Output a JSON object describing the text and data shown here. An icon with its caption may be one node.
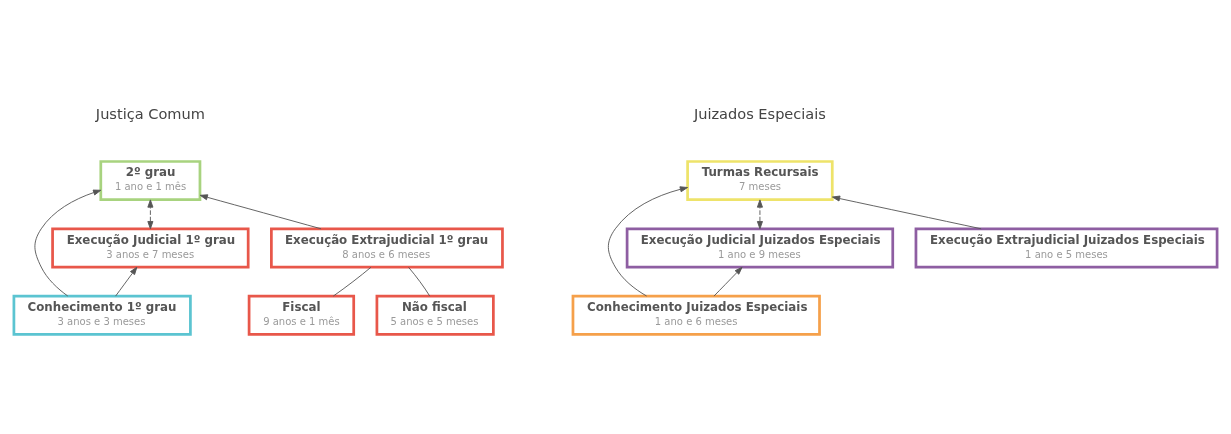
{
  "diagram": {
    "nodes": [
      {
        "text": [
          "2º grau",
          "1 ano e 1 mês"
        ]
      },
      {
        "text": [
          "Execução Judicial 1º grau",
          "3 anos e 7 meses"
        ]
      },
      {
        "text": [
          "Conhecimento 1º grau",
          "3 anos e 3 meses"
        ]
      },
      {
        "text": [
          "Execução Extrajudicial 1º grau",
          "8 anos e 6 meses"
        ]
      },
      {
        "text": [
          "Fiscal",
          "9 anos e 1 mês"
        ]
      },
      {
        "text": [
          "Não fiscal",
          "5 anos e 5 meses"
        ]
      },
      {
        "text": [
          "Turmas Recursais",
          "7 meses"
        ]
      },
      {
        "text": [
          "Execução Judicial Juizados Especiais",
          "1 ano e 9 meses"
        ]
      },
      {
        "text": [
          "Conhecimento Juizados Especiais",
          "1 ano e 6 meses"
        ]
      },
      {
        "text": [
          "Execução Extrajudicial Juizados Especiais",
          "1 ano e 5 meses"
        ]
      }
    ],
    "edges": [
      {
        "from": 1,
        "to": 0,
        "arrow": "both",
        "style": "dashed"
      },
      {
        "from": 2,
        "to": 0,
        "arrow": "to"
      },
      {
        "from": 3,
        "to": 0,
        "arrow": "to"
      },
      {
        "from": 2,
        "to": 1,
        "arrow": "to"
      },
      {
        "from": 3,
        "to": 4,
        "arrow": "none"
      },
      {
        "from": 3,
        "to": 5,
        "arrow": "none"
      },
      {
        "from": 7,
        "to": 6,
        "arrow": "both",
        "style": "dashed"
      },
      {
        "from": 8,
        "to": 6,
        "arrow": "to"
      },
      {
        "from": 9,
        "to": 6,
        "arrow": "to"
      },
      {
        "from": 8,
        "to": 7,
        "arrow": "to"
      }
    ],
    "labels": [
      "Justiça Comum",
      "Juizados Especiais"
    ]
  }
}
